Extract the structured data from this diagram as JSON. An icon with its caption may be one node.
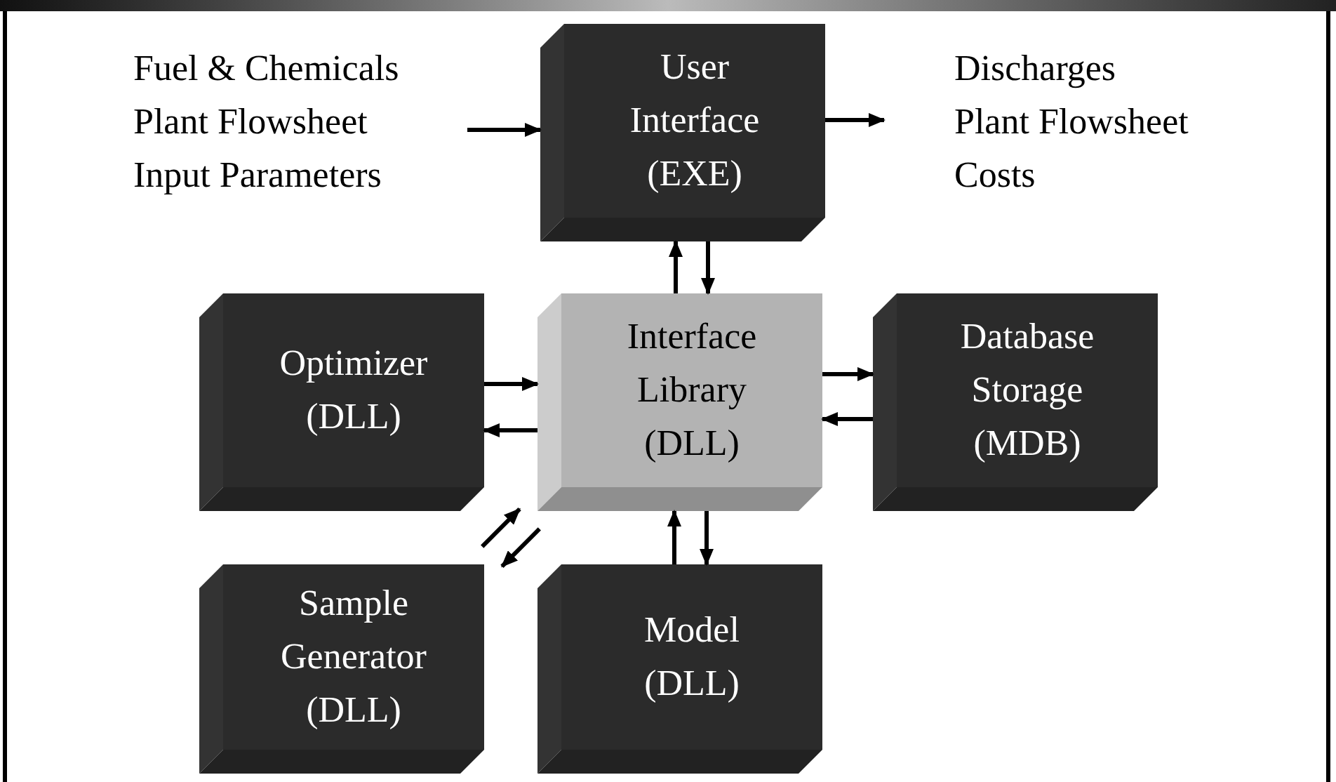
{
  "diagram": {
    "nodes": [
      {
        "text": [
          "Fuel & Chemicals",
          "Plant Flowsheet",
          "Input Parameters"
        ]
      },
      {
        "text": [
          "User Interface (EXE)"
        ]
      },
      {
        "text": [
          "Discharges",
          "Plant Flowsheet",
          "Costs"
        ]
      },
      {
        "text": [
          "Optimizer (DLL)"
        ]
      },
      {
        "text": [
          "Interface Library (DLL)"
        ]
      },
      {
        "text": [
          "Database Storage (MDB)"
        ]
      },
      {
        "text": [
          "Sample Generator (DLL)"
        ]
      },
      {
        "text": [
          "Model (DLL)"
        ]
      }
    ],
    "edges": [
      {
        "from": 0,
        "to": 1,
        "arrow": "to"
      },
      {
        "from": 1,
        "to": 2,
        "arrow": "to"
      },
      {
        "from": 4,
        "to": 1,
        "arrow": "to"
      },
      {
        "from": 1,
        "to": 4,
        "arrow": "to"
      },
      {
        "from": 3,
        "to": 4,
        "arrow": "to"
      },
      {
        "from": 4,
        "to": 3,
        "arrow": "to"
      },
      {
        "from": 4,
        "to": 5,
        "arrow": "to"
      },
      {
        "from": 5,
        "to": 4,
        "arrow": "to"
      },
      {
        "from": 6,
        "to": 4,
        "arrow": "to"
      },
      {
        "from": 4,
        "to": 6,
        "arrow": "to"
      },
      {
        "from": 7,
        "to": 4,
        "arrow": "to"
      },
      {
        "from": 4,
        "to": 7,
        "arrow": "to"
      }
    ]
  }
}
